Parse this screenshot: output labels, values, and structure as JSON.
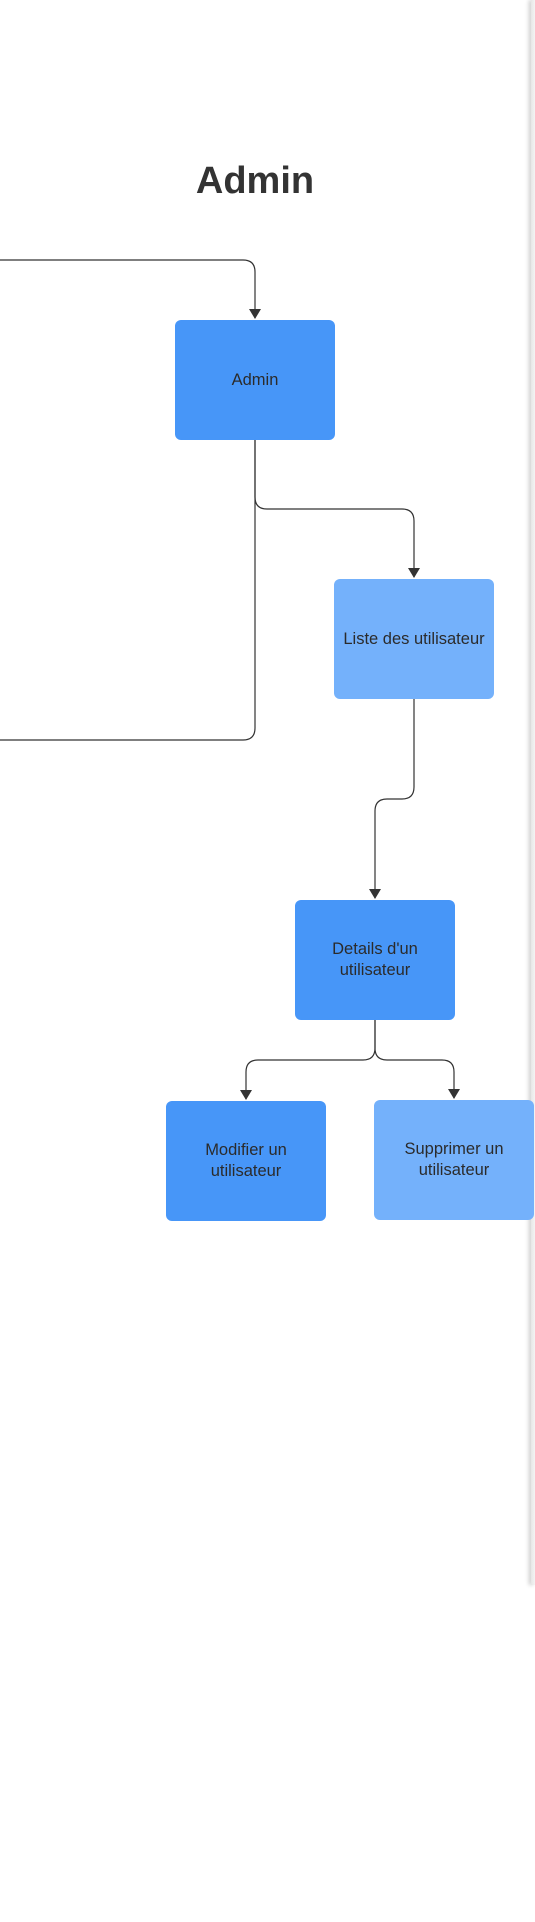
{
  "diagram": {
    "title": "Admin",
    "colors": {
      "node_primary": "#4796f8",
      "node_secondary": "#74b1fb",
      "connector": "#333333"
    },
    "nodes": {
      "admin": "Admin",
      "user_list": "Liste des utilisateur",
      "user_details": "Details d'un utilisateur",
      "edit_user": "Modifier un utilisateur",
      "delete_user": "Supprimer un utilisateur"
    }
  }
}
